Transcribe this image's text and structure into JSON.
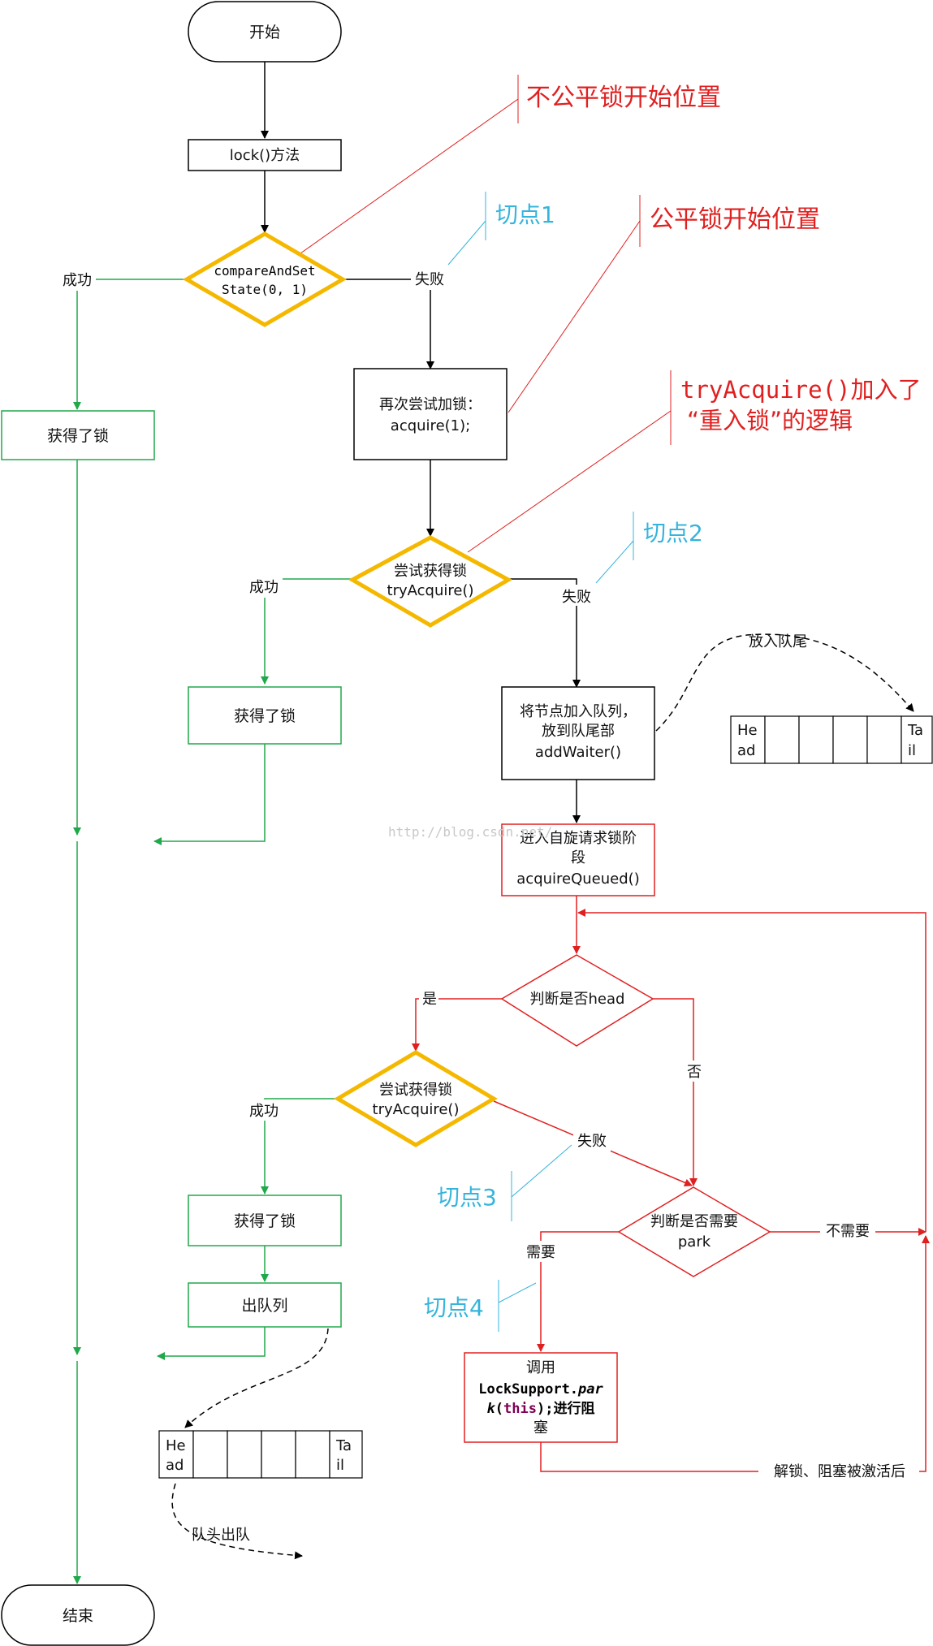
{
  "nodes": {
    "start": "开始",
    "lock_method": "lock()方法",
    "cas_line1": "compareAndSet",
    "cas_line2": "State(0, 1)",
    "got_lock": "获得了锁",
    "retry_line1": "再次尝试加锁：",
    "retry_line2": "acquire(1);",
    "try_line1": "尝试获得锁",
    "try_line2": "tryAcquire()",
    "enqueue_line1": "将节点加入队列，",
    "enqueue_line2": "放到队尾部",
    "enqueue_line3": "addWaiter()",
    "spin_line1": "进入自旋请求锁阶",
    "spin_line2": "段",
    "spin_line3": "acquireQueued()",
    "is_head": "判断是否head",
    "need_park_line1": "判断是否需要",
    "need_park_line2": "park",
    "dequeue": "出队列",
    "call": "调用",
    "park_code1": "LockSupport.par",
    "park_code2_k": "k",
    "park_code2_paren_open": "(",
    "park_code2_this": "this",
    "park_code2_rest": ");进行阻",
    "park_code3": "塞",
    "end": "结束"
  },
  "edge_labels": {
    "success": "成功",
    "fail": "失败",
    "yes": "是",
    "no": "否",
    "need": "需要",
    "no_need": "不需要",
    "unlock_wake": "解锁、阻塞被激活后",
    "put_tail": "放入队尾",
    "head_dequeue": "队头出队"
  },
  "queue": {
    "head": [
      "He",
      "ad"
    ],
    "tail": [
      "Ta",
      "il"
    ]
  },
  "annotations": {
    "unfair_start": "不公平锁开始位置",
    "fair_start": "公平锁开始位置",
    "reentrant_line1": "tryAcquire()加入了",
    "reentrant_line2": "“重入锁”的逻辑",
    "cut1": "切点1",
    "cut2": "切点2",
    "cut3": "切点3",
    "cut4": "切点4"
  },
  "watermark": "http://blog.csdn.net/",
  "colors": {
    "black": "#000000",
    "green": "#20a84a",
    "red": "#e02020",
    "diamond_gold": "#f5b800",
    "cyan": "#35b4dc",
    "keyword_purple": "#7f0055"
  }
}
